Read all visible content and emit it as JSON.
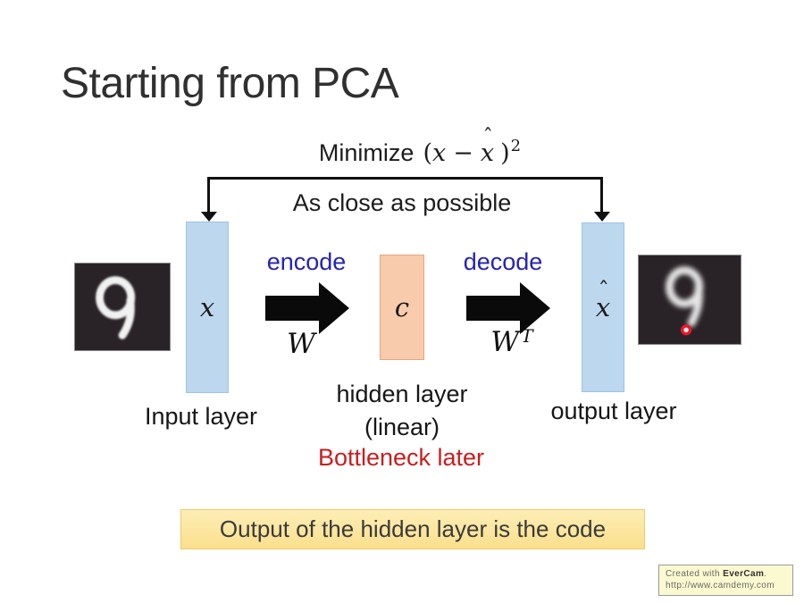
{
  "title": "Starting from PCA",
  "formula": {
    "minimize": "Minimize",
    "open": "(",
    "x": "x",
    "minus": "−",
    "xhat_base": "x",
    "hat": "ˆ",
    "close": ")",
    "exponent": "2"
  },
  "labels": {
    "as_close": "As close as possible",
    "encode": "encode",
    "decode": "decode",
    "w": "W",
    "w_t_base": "W",
    "w_t_sup": "T",
    "bottleneck": "Bottleneck later"
  },
  "layers": {
    "input": {
      "symbol": "x",
      "caption": "Input layer"
    },
    "hidden": {
      "symbol": "c",
      "caption_line1": "hidden layer",
      "caption_line2": "(linear)"
    },
    "output": {
      "symbol_base": "x",
      "symbol_hat": "ˆ",
      "caption": "output layer"
    }
  },
  "images": {
    "input_digit": "mnist-digit-9",
    "output_digit": "reconstructed-digit-9-with-laser-dot"
  },
  "callout": {
    "text": "Output of the hidden layer is the code"
  },
  "watermark": {
    "prefix": "Created with ",
    "brand": "EverCam",
    "suffix": ".",
    "url": "http://www.camdemy.com"
  },
  "colors": {
    "encode_decode_text": "#2424b4",
    "layer_fill": "#bdd7ee",
    "layer_border": "#9dc3e6",
    "hidden_fill": "#f8cbad",
    "hidden_border": "#e6a57d",
    "bottleneck_red": "#c81e1e",
    "callout_fill": "#fce79b",
    "callout_border": "#eccb6b",
    "laser_dot": "#e8192c",
    "digit_background": "#292327"
  }
}
